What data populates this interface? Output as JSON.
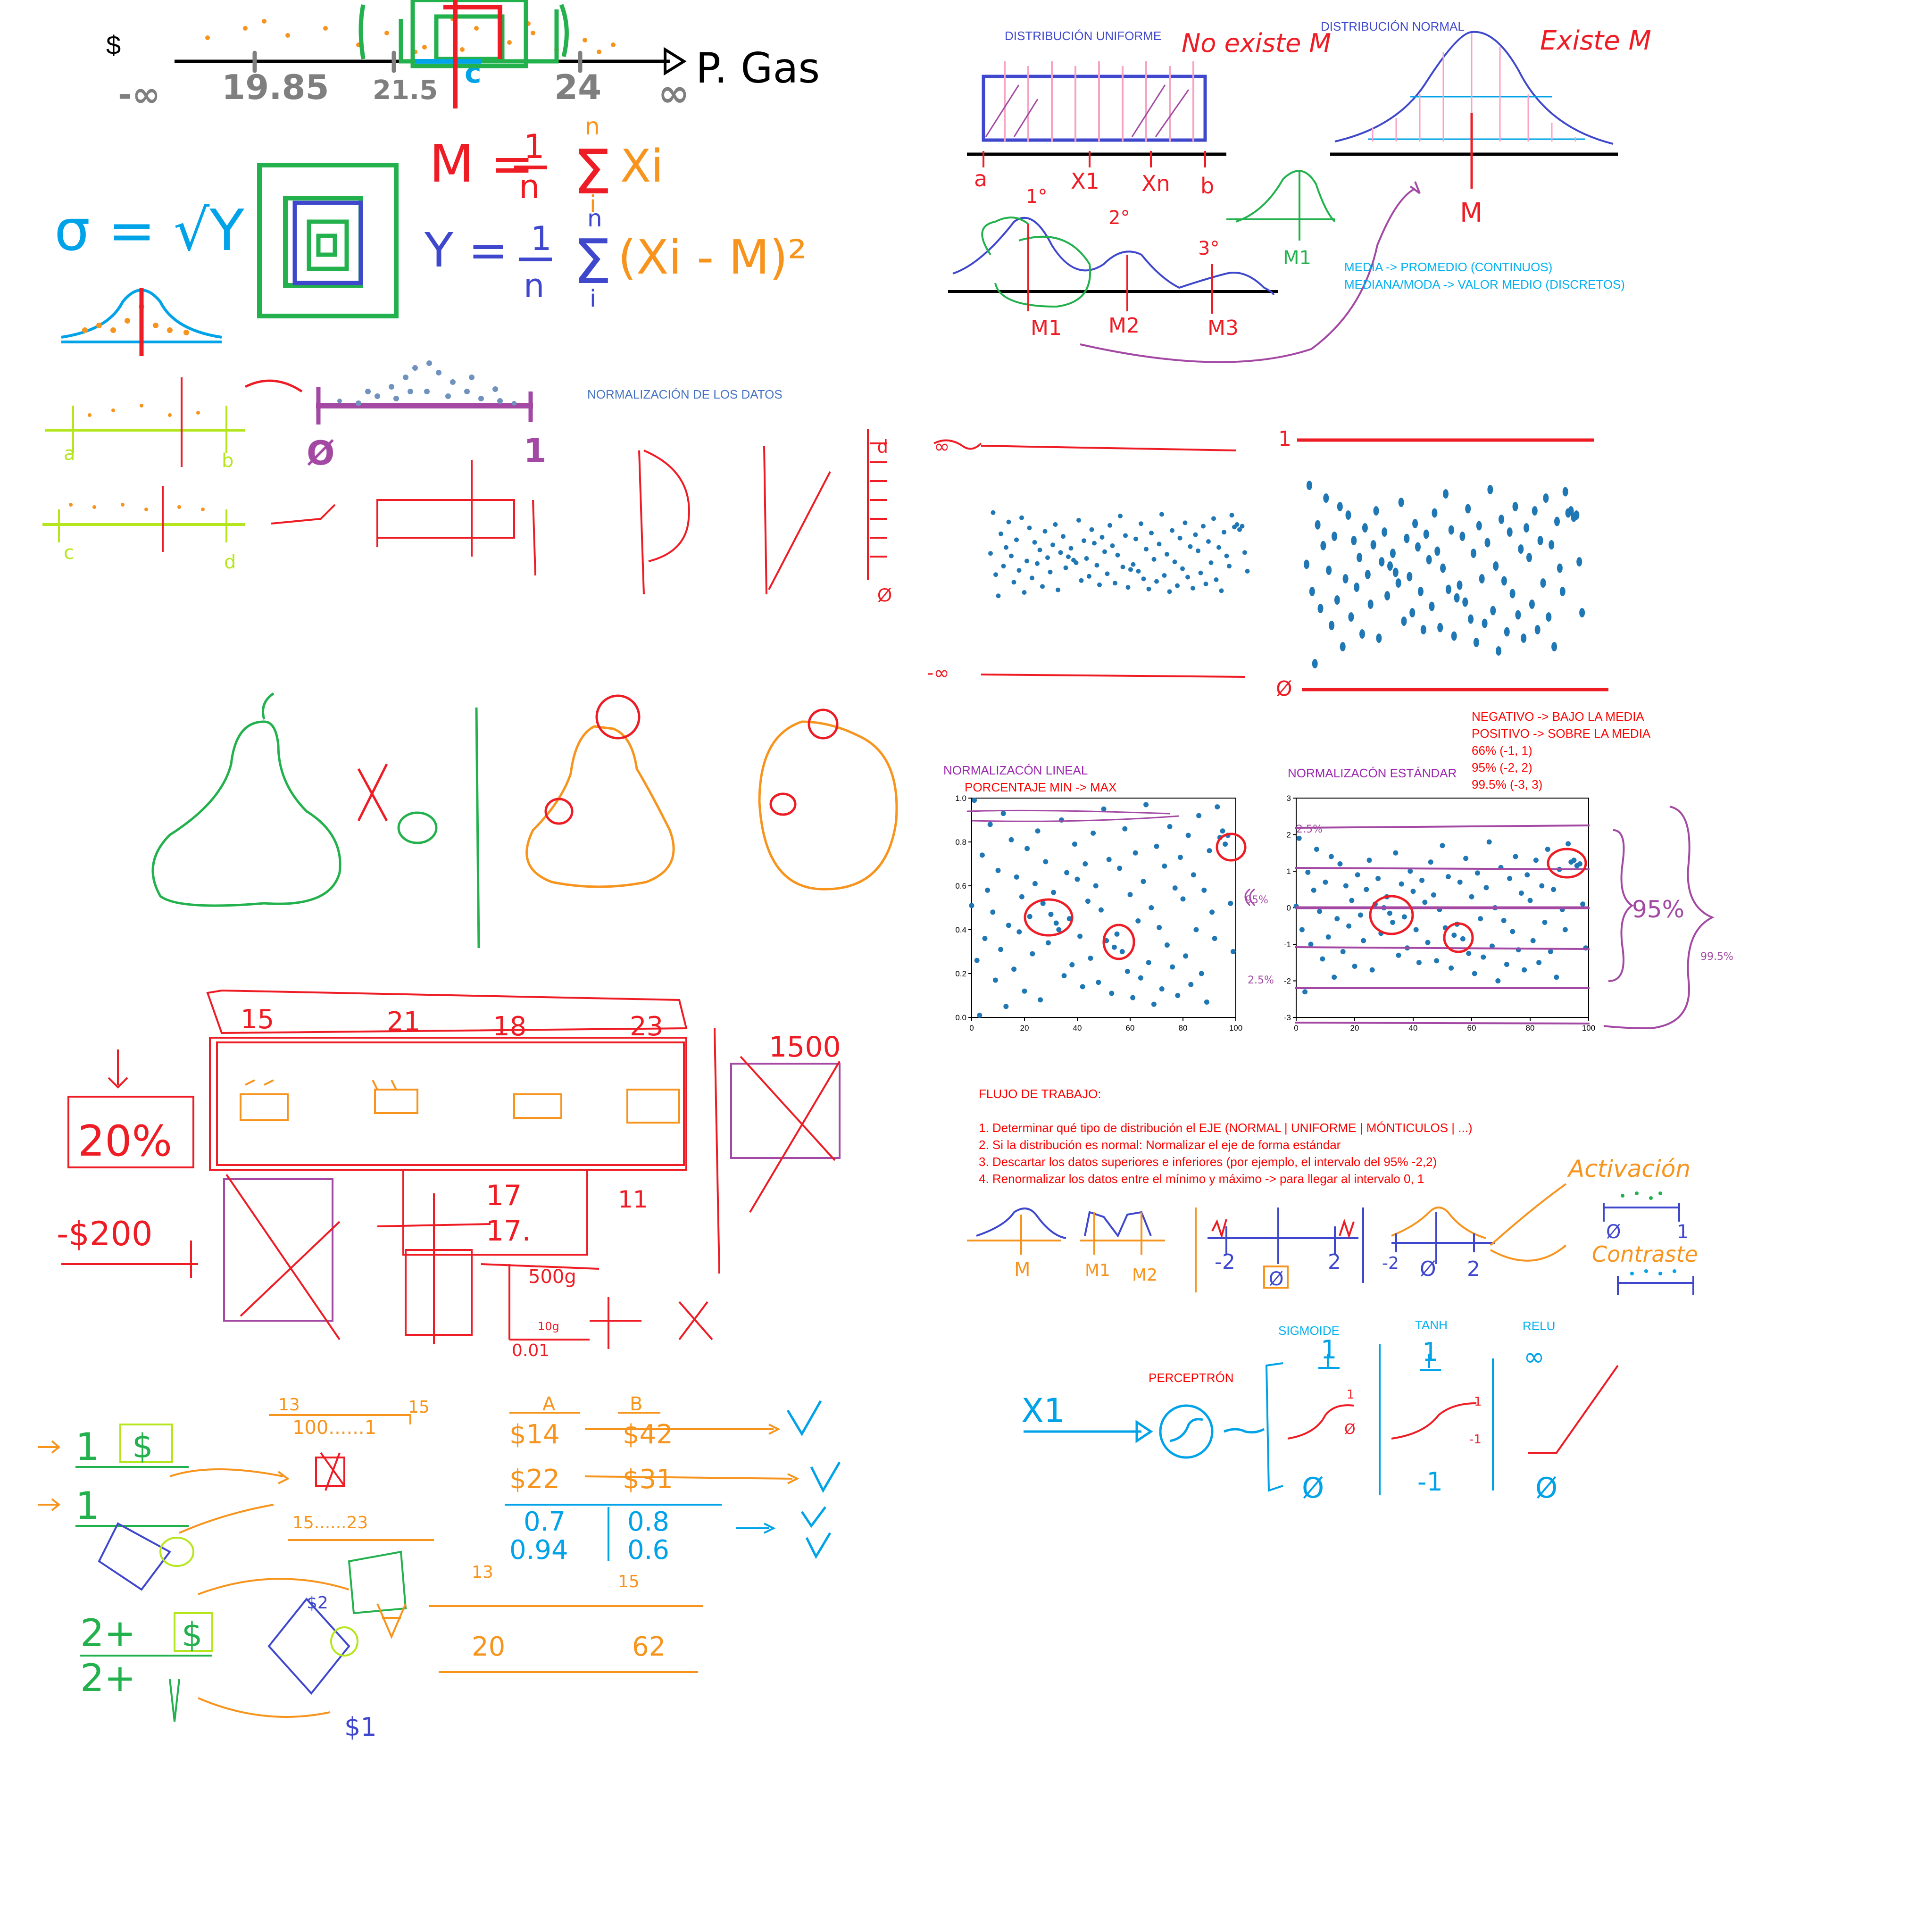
{
  "colors": {
    "red": "#ee1c24",
    "orange": "#f7941d",
    "green": "#22b14c",
    "lime": "#b5e61d",
    "blue": "#3f48cc",
    "cyan": "#00a2e8",
    "purple": "#a349a4",
    "gray": "#7f7f7f",
    "black": "#000000",
    "pink": "#f8a3c3",
    "dot_blue": "#1f77b4",
    "typed_blue": "#4472c4",
    "typed_red": "#ff0000",
    "typed_purple": "#9c27b0",
    "typed_cyan": "#00b0f0"
  },
  "top_left": {
    "currency": "$",
    "axis_label": "P. Gas",
    "ticks": [
      "-∞",
      "19.85",
      "21.5",
      "24",
      "∞"
    ],
    "tick_c": "c",
    "formula_mean_lhs": "M =",
    "formula_mean_frac_top": "1",
    "formula_mean_frac_bottom": "n",
    "formula_mean_sum_top": "n",
    "formula_mean_sum_bottom": "i",
    "formula_mean_term": "Xi",
    "formula_sigma": "σ = √Y",
    "formula_var_lhs": "Y =",
    "formula_var_frac_top": "1",
    "formula_var_frac_bottom": "n",
    "formula_var_sum_top": "n",
    "formula_var_sum_bottom": "i",
    "formula_var_term": "(Xi - M)²"
  },
  "normalization": {
    "title": "NORMALIZACIÓN DE LOS DATOS",
    "zero": "Ø",
    "one": "1",
    "a": "a",
    "b": "b",
    "c": "c",
    "d": "d"
  },
  "distributions": {
    "uniform_title": "DISTRIBUCIÓN UNIFORME",
    "uniform_note": "No existe M",
    "uniform_ticks": [
      "a",
      "X1",
      "Xn",
      "b"
    ],
    "normal_title": "DISTRIBUCIÓN NORMAL",
    "normal_note": "Existe M",
    "normal_tick": "M",
    "hump_labels": [
      "1°",
      "2°",
      "3°"
    ],
    "hump_ticks": [
      "M1",
      "M2",
      "M3"
    ],
    "small_bell_tick": "M1",
    "media_line1": "MEDIA -> PROMEDIO (CONTINUOS)",
    "media_line2": "MEDIANA/MODA -> VALOR MEDIO (DISCRETOS)"
  },
  "scatter_band": {
    "inf_top": "∞",
    "inf_bottom": "-∞",
    "one": "1",
    "zero": "Ø"
  },
  "charts_labels": {
    "linear_title": "NORMALIZACÓN LINEAL",
    "linear_subtitle": "PORCENTAJE MIN -> MAX",
    "standard_title": "NORMALIZACÓN ESTÁNDAR",
    "rules": [
      "NEGATIVO -> BAJO LA MEDIA",
      "POSITIVO -> SOBRE LA MEDIA",
      "66% (-1, 1)",
      "95% (-2, 2)",
      "99.5% (-3, 3)"
    ],
    "bracket_95": "95%",
    "bracket_99": "99.5%",
    "side_2_5": "2.5%",
    "side_95": "95%",
    "side_2_5b": "2.5%"
  },
  "chart_data": [
    {
      "type": "scatter",
      "xlim": [
        0,
        100
      ],
      "ylim": [
        0,
        1
      ],
      "x_ticks": [
        0,
        20,
        40,
        60,
        80,
        100
      ],
      "y_ticks": [
        0.0,
        0.2,
        0.4,
        0.6,
        0.8,
        1.0
      ],
      "y_tick_labels": [
        "0.0",
        "0.2",
        "0.4",
        "0.6",
        "0.8",
        "1.0"
      ],
      "x": [
        0,
        1,
        2,
        3,
        4,
        5,
        6,
        7,
        8,
        9,
        10,
        11,
        12,
        13,
        14,
        15,
        16,
        17,
        18,
        19,
        20,
        21,
        22,
        23,
        24,
        25,
        26,
        27,
        28,
        29,
        30,
        31,
        32,
        33,
        34,
        35,
        36,
        37,
        38,
        39,
        40,
        41,
        42,
        43,
        44,
        45,
        46,
        47,
        48,
        49,
        50,
        51,
        52,
        53,
        54,
        55,
        56,
        57,
        58,
        59,
        60,
        61,
        62,
        63,
        64,
        65,
        66,
        67,
        68,
        69,
        70,
        71,
        72,
        73,
        74,
        75,
        76,
        77,
        78,
        79,
        80,
        81,
        82,
        83,
        84,
        85,
        86,
        87,
        88,
        89,
        90,
        91,
        92,
        93,
        94,
        95,
        96,
        97,
        98,
        99
      ],
      "y": [
        0.51,
        0.99,
        0.26,
        0.01,
        0.74,
        0.36,
        0.58,
        0.88,
        0.48,
        0.17,
        0.67,
        0.31,
        0.93,
        0.05,
        0.42,
        0.81,
        0.22,
        0.64,
        0.39,
        0.55,
        0.12,
        0.77,
        0.46,
        0.29,
        0.61,
        0.85,
        0.08,
        0.52,
        0.71,
        0.34,
        0.47,
        0.57,
        0.43,
        0.4,
        0.9,
        0.19,
        0.66,
        0.45,
        0.24,
        0.79,
        0.63,
        0.37,
        0.14,
        0.7,
        0.53,
        0.27,
        0.84,
        0.6,
        0.16,
        0.49,
        0.95,
        0.35,
        0.72,
        0.11,
        0.32,
        0.38,
        0.68,
        0.3,
        0.86,
        0.21,
        0.56,
        0.09,
        0.75,
        0.44,
        0.18,
        0.62,
        0.97,
        0.25,
        0.5,
        0.06,
        0.78,
        0.41,
        0.13,
        0.69,
        0.33,
        0.87,
        0.23,
        0.59,
        0.1,
        0.73,
        0.54,
        0.28,
        0.83,
        0.15,
        0.65,
        0.4,
        0.92,
        0.2,
        0.58,
        0.07,
        0.76,
        0.48,
        0.36,
        0.96,
        0.82,
        0.85,
        0.79,
        0.83,
        0.52,
        0.3
      ]
    },
    {
      "type": "scatter",
      "xlim": [
        0,
        100
      ],
      "ylim": [
        -3,
        3
      ],
      "x_ticks": [
        0,
        20,
        40,
        60,
        80,
        100
      ],
      "y_ticks": [
        -3,
        -2,
        -1,
        0,
        1,
        2,
        3
      ],
      "y_tick_labels": [
        "-3",
        "-2",
        "-1",
        "0",
        "1",
        "2",
        "3"
      ],
      "x": [
        0,
        1,
        2,
        3,
        4,
        5,
        6,
        7,
        8,
        9,
        10,
        11,
        12,
        13,
        14,
        15,
        16,
        17,
        18,
        19,
        20,
        21,
        22,
        23,
        24,
        25,
        26,
        27,
        28,
        29,
        30,
        31,
        32,
        33,
        34,
        35,
        36,
        37,
        38,
        39,
        40,
        41,
        42,
        43,
        44,
        45,
        46,
        47,
        48,
        49,
        50,
        51,
        52,
        53,
        54,
        55,
        56,
        57,
        58,
        59,
        60,
        61,
        62,
        63,
        64,
        65,
        66,
        67,
        68,
        69,
        70,
        71,
        72,
        73,
        74,
        75,
        76,
        77,
        78,
        79,
        80,
        81,
        82,
        83,
        84,
        85,
        86,
        87,
        88,
        89,
        90,
        91,
        92,
        93,
        94,
        95,
        96,
        97,
        98,
        99
      ],
      "y": [
        0.04,
        1.9,
        -0.6,
        -2.3,
        0.97,
        -1.0,
        0.48,
        1.6,
        -0.1,
        -1.4,
        0.7,
        -0.8,
        1.4,
        -1.9,
        -0.3,
        1.2,
        -1.2,
        0.6,
        -0.5,
        0.2,
        -1.6,
        0.9,
        -0.2,
        -0.9,
        0.5,
        1.3,
        -1.7,
        0.1,
        0.8,
        -0.7,
        0.0,
        0.3,
        -0.15,
        -0.4,
        1.5,
        -1.3,
        0.65,
        -0.25,
        -1.1,
        1.0,
        0.45,
        -0.6,
        -1.5,
        0.75,
        0.15,
        -0.95,
        1.25,
        0.35,
        -1.45,
        -0.05,
        1.7,
        -0.55,
        0.85,
        -1.65,
        -0.75,
        -0.45,
        0.7,
        -0.85,
        1.35,
        -1.25,
        0.3,
        -1.8,
        0.95,
        -0.3,
        -1.35,
        0.55,
        1.8,
        -1.05,
        0.0,
        -2.0,
        1.1,
        -0.35,
        -1.55,
        0.8,
        -0.65,
        1.4,
        -1.15,
        0.4,
        -1.7,
        0.9,
        0.2,
        -0.9,
        1.3,
        -1.5,
        0.6,
        -0.4,
        1.6,
        -1.2,
        0.5,
        -1.9,
        1.05,
        -0.05,
        -0.6,
        1.75,
        1.25,
        1.3,
        1.15,
        1.2,
        0.1,
        -1.1
      ]
    }
  ],
  "workflow": {
    "title": "FLUJO DE TRABAJO:",
    "steps": [
      "1. Determinar qué tipo de distribución el EJE (NORMAL | UNIFORME | MÓNTICULOS | ...)",
      "2. Si la distribución es normal: Normalizar el eje de forma estándar",
      "3. Descartar los datos superiores e inferiores (por ejemplo, el intervalo del 95% -2,2)",
      "4. Renormalizar los datos entre el mínimo y máximo -> para llegar al intervalo 0, 1"
    ],
    "sketch_M": "M",
    "sketch_M1": "M1",
    "sketch_M2": "M2",
    "sketch_neg2": "-2",
    "sketch_2": "2",
    "sketch_zero": "Ø",
    "activation": "Activación",
    "contraste": "Contraste",
    "zero": "Ø",
    "one": "1"
  },
  "perceptron": {
    "title": "PERCEPTRÓN",
    "input": "X1",
    "sigmoide": "SIGMOIDE",
    "tanh": "TANH",
    "relu": "RELU",
    "sig_top": "1",
    "sig_bottom": "Ø",
    "tanh_top": "1",
    "tanh_bottom": "-1",
    "relu_top": "∞",
    "relu_bottom": "Ø"
  },
  "bottom_left": {
    "pct": "20%",
    "money": "-$200",
    "row_numbers": [
      "15",
      "21",
      "18",
      "23"
    ],
    "n1500": "1500",
    "n500g": "500g",
    "n10g": "10g",
    "n001": "0.01",
    "n17a": "17",
    "n17b": "17.",
    "n11": "11",
    "range1_start": "13",
    "range1_end": "15",
    "range1_mid": "100......1",
    "range2": "15......23",
    "pair_a1": "$14",
    "pair_b1": "$42",
    "pair_a2": "$22",
    "pair_b2": "$31",
    "head_a": "A",
    "head_b": "B",
    "dec_a1": "0.7",
    "dec_b1": "0.8",
    "dec_a2": "0.94",
    "dec_b2": "0.6",
    "low_start": "13",
    "low_end": "15",
    "low_a": "20",
    "low_b": "62",
    "one_a": "1",
    "one_b": "1",
    "two_a": "2+",
    "two_b": "2+",
    "dollar": "$",
    "dollar_1": "$1",
    "dollar_2": "$2"
  }
}
